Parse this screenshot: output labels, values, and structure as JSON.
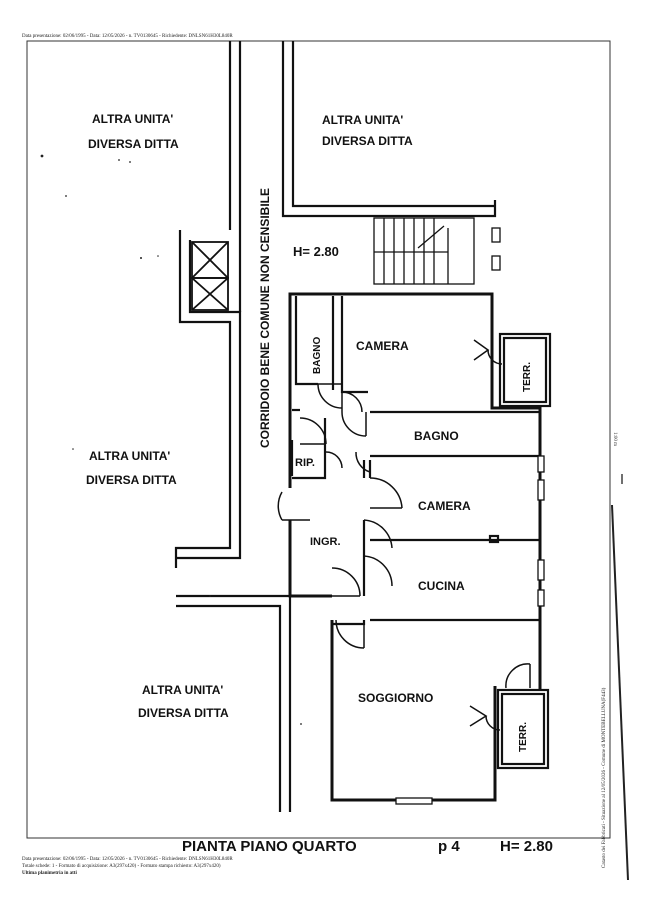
{
  "header": {
    "top_line": "Data presentazione: 02/06/1995 - Data: 12/05/2026 - n. TV0130645 - Richiedente: DNLSN61H30L840R"
  },
  "labels": {
    "altra_1a": "ALTRA UNITA'",
    "altra_1b": "DIVERSA DITTA",
    "altra_2a": "ALTRA UNITA'",
    "altra_2b": "DIVERSA DITTA",
    "altra_3a": "ALTRA UNITA'",
    "altra_3b": "DIVERSA DITTA",
    "altra_4a": "ALTRA UNITA'",
    "altra_4b": "DIVERSA DITTA",
    "corridor": "CORRIDOIO  BENE  COMUNE  NON  CENSIBILE",
    "height_stair": "H= 2.80",
    "bagno_small": "BAGNO",
    "camera_1": "CAMERA",
    "terr_1": "TERR.",
    "bagno": "BAGNO",
    "rip": "RIP.",
    "camera_2": "CAMERA",
    "ingr": "INGR.",
    "cucina": "CUCINA",
    "soggiorno": "SOGGIORNO",
    "terr_2": "TERR."
  },
  "title": {
    "plan_name": "PIANTA PIANO QUARTO",
    "floor": "p 4",
    "height": "H= 2.80"
  },
  "footer": {
    "line1": "Data presentazione: 02/06/1995 - Data: 12/05/2026 - n. TV0130645 - Richiedente: DNLSN61H30L840R",
    "line2": "Totale schede: 1 - Formato di acquisizione: A3(297x420) - Formato stampa richiesto: A3(297x420)",
    "line3": "Ultima planimetria in atti"
  },
  "side": {
    "right_small": "1:00 m",
    "right_vertical": "Catasto dei Fabbricati - Situazione al 12/05/2026 - Comune di MONTEBELLUNA(F443)"
  }
}
